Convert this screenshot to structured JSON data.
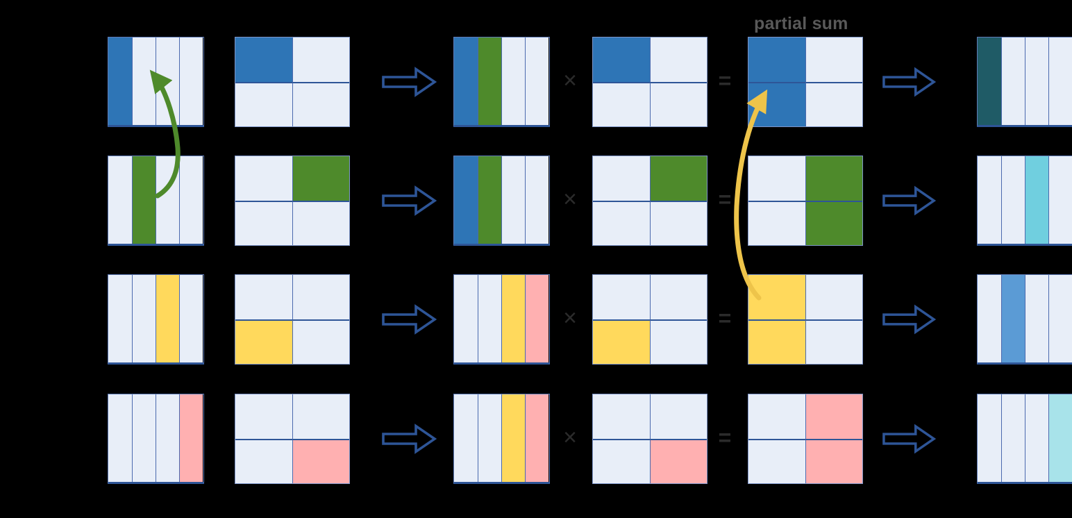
{
  "header": {
    "partial_sum_label": "partial sum"
  },
  "operators": {
    "multiply": "×",
    "equals": "="
  },
  "palette": {
    "background": "#000000",
    "blue": "#2E75B6",
    "green": "#4E8A2B",
    "yellow": "#FFD95C",
    "pink": "#FFB0B1",
    "dark_teal": "#1F5B66",
    "mid_blue": "#5B9BD5",
    "cyan": "#70CFDF",
    "light_cyan": "#A8E3EA",
    "cell_light": "#E8EEF8",
    "grid_line": "#5F7CB8",
    "strong_line": "#2E5597",
    "block_arrow_outline": "#2E5597",
    "green_arrow": "#4E8A2B",
    "yellow_arrow": "#EEC44A",
    "operator_text": "#2B2B2B",
    "label_gray": "#595959"
  },
  "icons": {
    "right_block_arrow": "outlined right-pointing block arrow",
    "green_curved_arrow": "green curved arrow from step-2 input column up to step-1 input matrix",
    "yellow_curved_arrow": "yellow curved arrow from step-3 partial sum up to step-1 partial sum"
  },
  "diagram": {
    "row_count": 4,
    "matrix_shapes": {
      "vector_cols": 4,
      "tile_rows": 2,
      "tile_cols": 2
    },
    "rows": [
      {
        "id": "step-1",
        "activation_columns": {
          "highlights": [
            {
              "index": 0,
              "color": "blue"
            }
          ]
        },
        "weight_tile": {
          "highlights": [
            {
              "row": 0,
              "col": 0,
              "color": "blue"
            }
          ]
        },
        "packed_columns": {
          "highlights": [
            {
              "index": 0,
              "color": "blue"
            },
            {
              "index": 1,
              "color": "green"
            }
          ]
        },
        "weight_tile_operand": {
          "highlights": [
            {
              "row": 0,
              "col": 0,
              "color": "blue"
            }
          ]
        },
        "partial_sum_tile": {
          "highlights": [
            {
              "row": 0,
              "col": 0,
              "color": "blue"
            },
            {
              "row": 1,
              "col": 0,
              "color": "blue"
            }
          ]
        },
        "output_columns": {
          "highlights": [
            {
              "index": 0,
              "color": "dark_teal"
            }
          ]
        }
      },
      {
        "id": "step-2",
        "activation_columns": {
          "highlights": [
            {
              "index": 1,
              "color": "green"
            }
          ]
        },
        "weight_tile": {
          "highlights": [
            {
              "row": 0,
              "col": 1,
              "color": "green"
            }
          ]
        },
        "packed_columns": {
          "highlights": [
            {
              "index": 0,
              "color": "blue"
            },
            {
              "index": 1,
              "color": "green"
            }
          ]
        },
        "weight_tile_operand": {
          "highlights": [
            {
              "row": 0,
              "col": 1,
              "color": "green"
            }
          ]
        },
        "partial_sum_tile": {
          "highlights": [
            {
              "row": 0,
              "col": 1,
              "color": "green"
            },
            {
              "row": 1,
              "col": 1,
              "color": "green"
            }
          ]
        },
        "output_columns": {
          "highlights": [
            {
              "index": 2,
              "color": "cyan"
            }
          ]
        }
      },
      {
        "id": "step-3",
        "activation_columns": {
          "highlights": [
            {
              "index": 2,
              "color": "yellow"
            }
          ]
        },
        "weight_tile": {
          "highlights": [
            {
              "row": 1,
              "col": 0,
              "color": "yellow"
            }
          ]
        },
        "packed_columns": {
          "highlights": [
            {
              "index": 2,
              "color": "yellow"
            },
            {
              "index": 3,
              "color": "pink"
            }
          ]
        },
        "weight_tile_operand": {
          "highlights": [
            {
              "row": 1,
              "col": 0,
              "color": "yellow"
            }
          ]
        },
        "partial_sum_tile": {
          "highlights": [
            {
              "row": 0,
              "col": 0,
              "color": "yellow"
            },
            {
              "row": 1,
              "col": 0,
              "color": "yellow"
            }
          ]
        },
        "output_columns": {
          "highlights": [
            {
              "index": 1,
              "color": "mid_blue"
            }
          ]
        }
      },
      {
        "id": "step-4",
        "activation_columns": {
          "highlights": [
            {
              "index": 3,
              "color": "pink"
            }
          ]
        },
        "weight_tile": {
          "highlights": [
            {
              "row": 1,
              "col": 1,
              "color": "pink"
            }
          ]
        },
        "packed_columns": {
          "highlights": [
            {
              "index": 2,
              "color": "yellow"
            },
            {
              "index": 3,
              "color": "pink"
            }
          ]
        },
        "weight_tile_operand": {
          "highlights": [
            {
              "row": 1,
              "col": 1,
              "color": "pink"
            }
          ]
        },
        "partial_sum_tile": {
          "highlights": [
            {
              "row": 0,
              "col": 1,
              "color": "pink"
            },
            {
              "row": 1,
              "col": 1,
              "color": "pink"
            }
          ]
        },
        "output_columns": {
          "highlights": [
            {
              "index": 3,
              "color": "light_cyan"
            }
          ]
        }
      }
    ]
  }
}
